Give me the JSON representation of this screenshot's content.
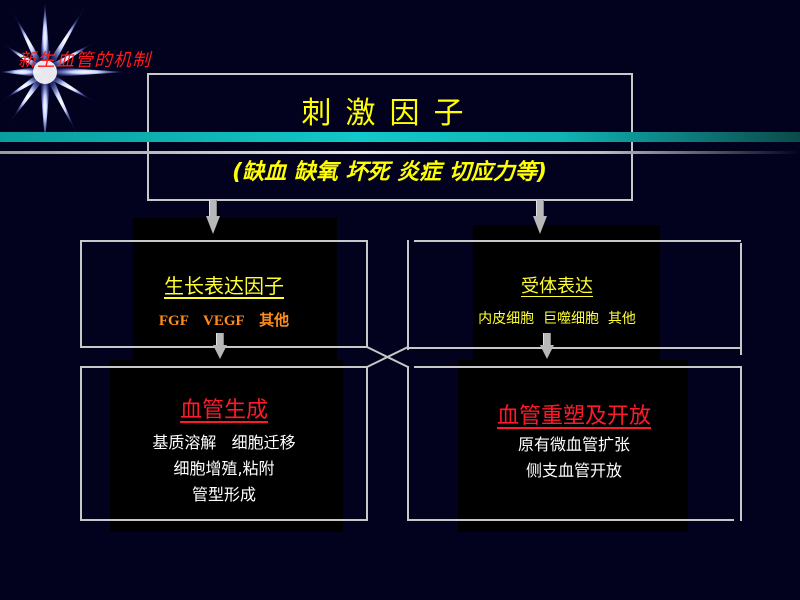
{
  "slide": {
    "title": "新生血管的机制",
    "colors": {
      "background": "#02021e",
      "title_red": "#ff1a1a",
      "heading_yellow": "#ffff00",
      "band_teal": "#12c8c8",
      "box_border": "#c8c8c8",
      "orange": "#ff8c1a",
      "red_heading": "#ff1a2a"
    }
  },
  "diagram": {
    "root": {
      "title": "刺激因子",
      "subtitle": "(缺血  缺氧  坏死  炎症  切应力等)"
    },
    "left_upper": {
      "heading": "生长表达因子",
      "detail": "FGF    VEGF    其他"
    },
    "right_upper": {
      "heading": "受体表达",
      "detail": "内皮细胞  巨噬细胞  其他"
    },
    "left_lower": {
      "heading": "血管生成",
      "lines": [
        "基质溶解   细胞迁移",
        "细胞增殖,粘附",
        "管型形成"
      ]
    },
    "right_lower": {
      "heading": "血管重塑及开放",
      "lines": [
        "原有微血管扩张",
        "侧支血管开放"
      ]
    },
    "icons": {
      "decoration": "star-burst-icon",
      "arrows": "down-arrow-icon",
      "connectors": "cross-connector"
    }
  }
}
